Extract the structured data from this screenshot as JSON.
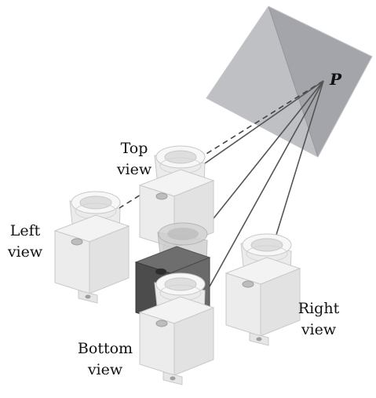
{
  "point_label": "P",
  "views": {
    "top": [
      "Top",
      "view"
    ],
    "left": [
      "Left",
      "view"
    ],
    "right": [
      "Right",
      "view"
    ],
    "bottom": [
      "Bottom",
      "view"
    ]
  }
}
